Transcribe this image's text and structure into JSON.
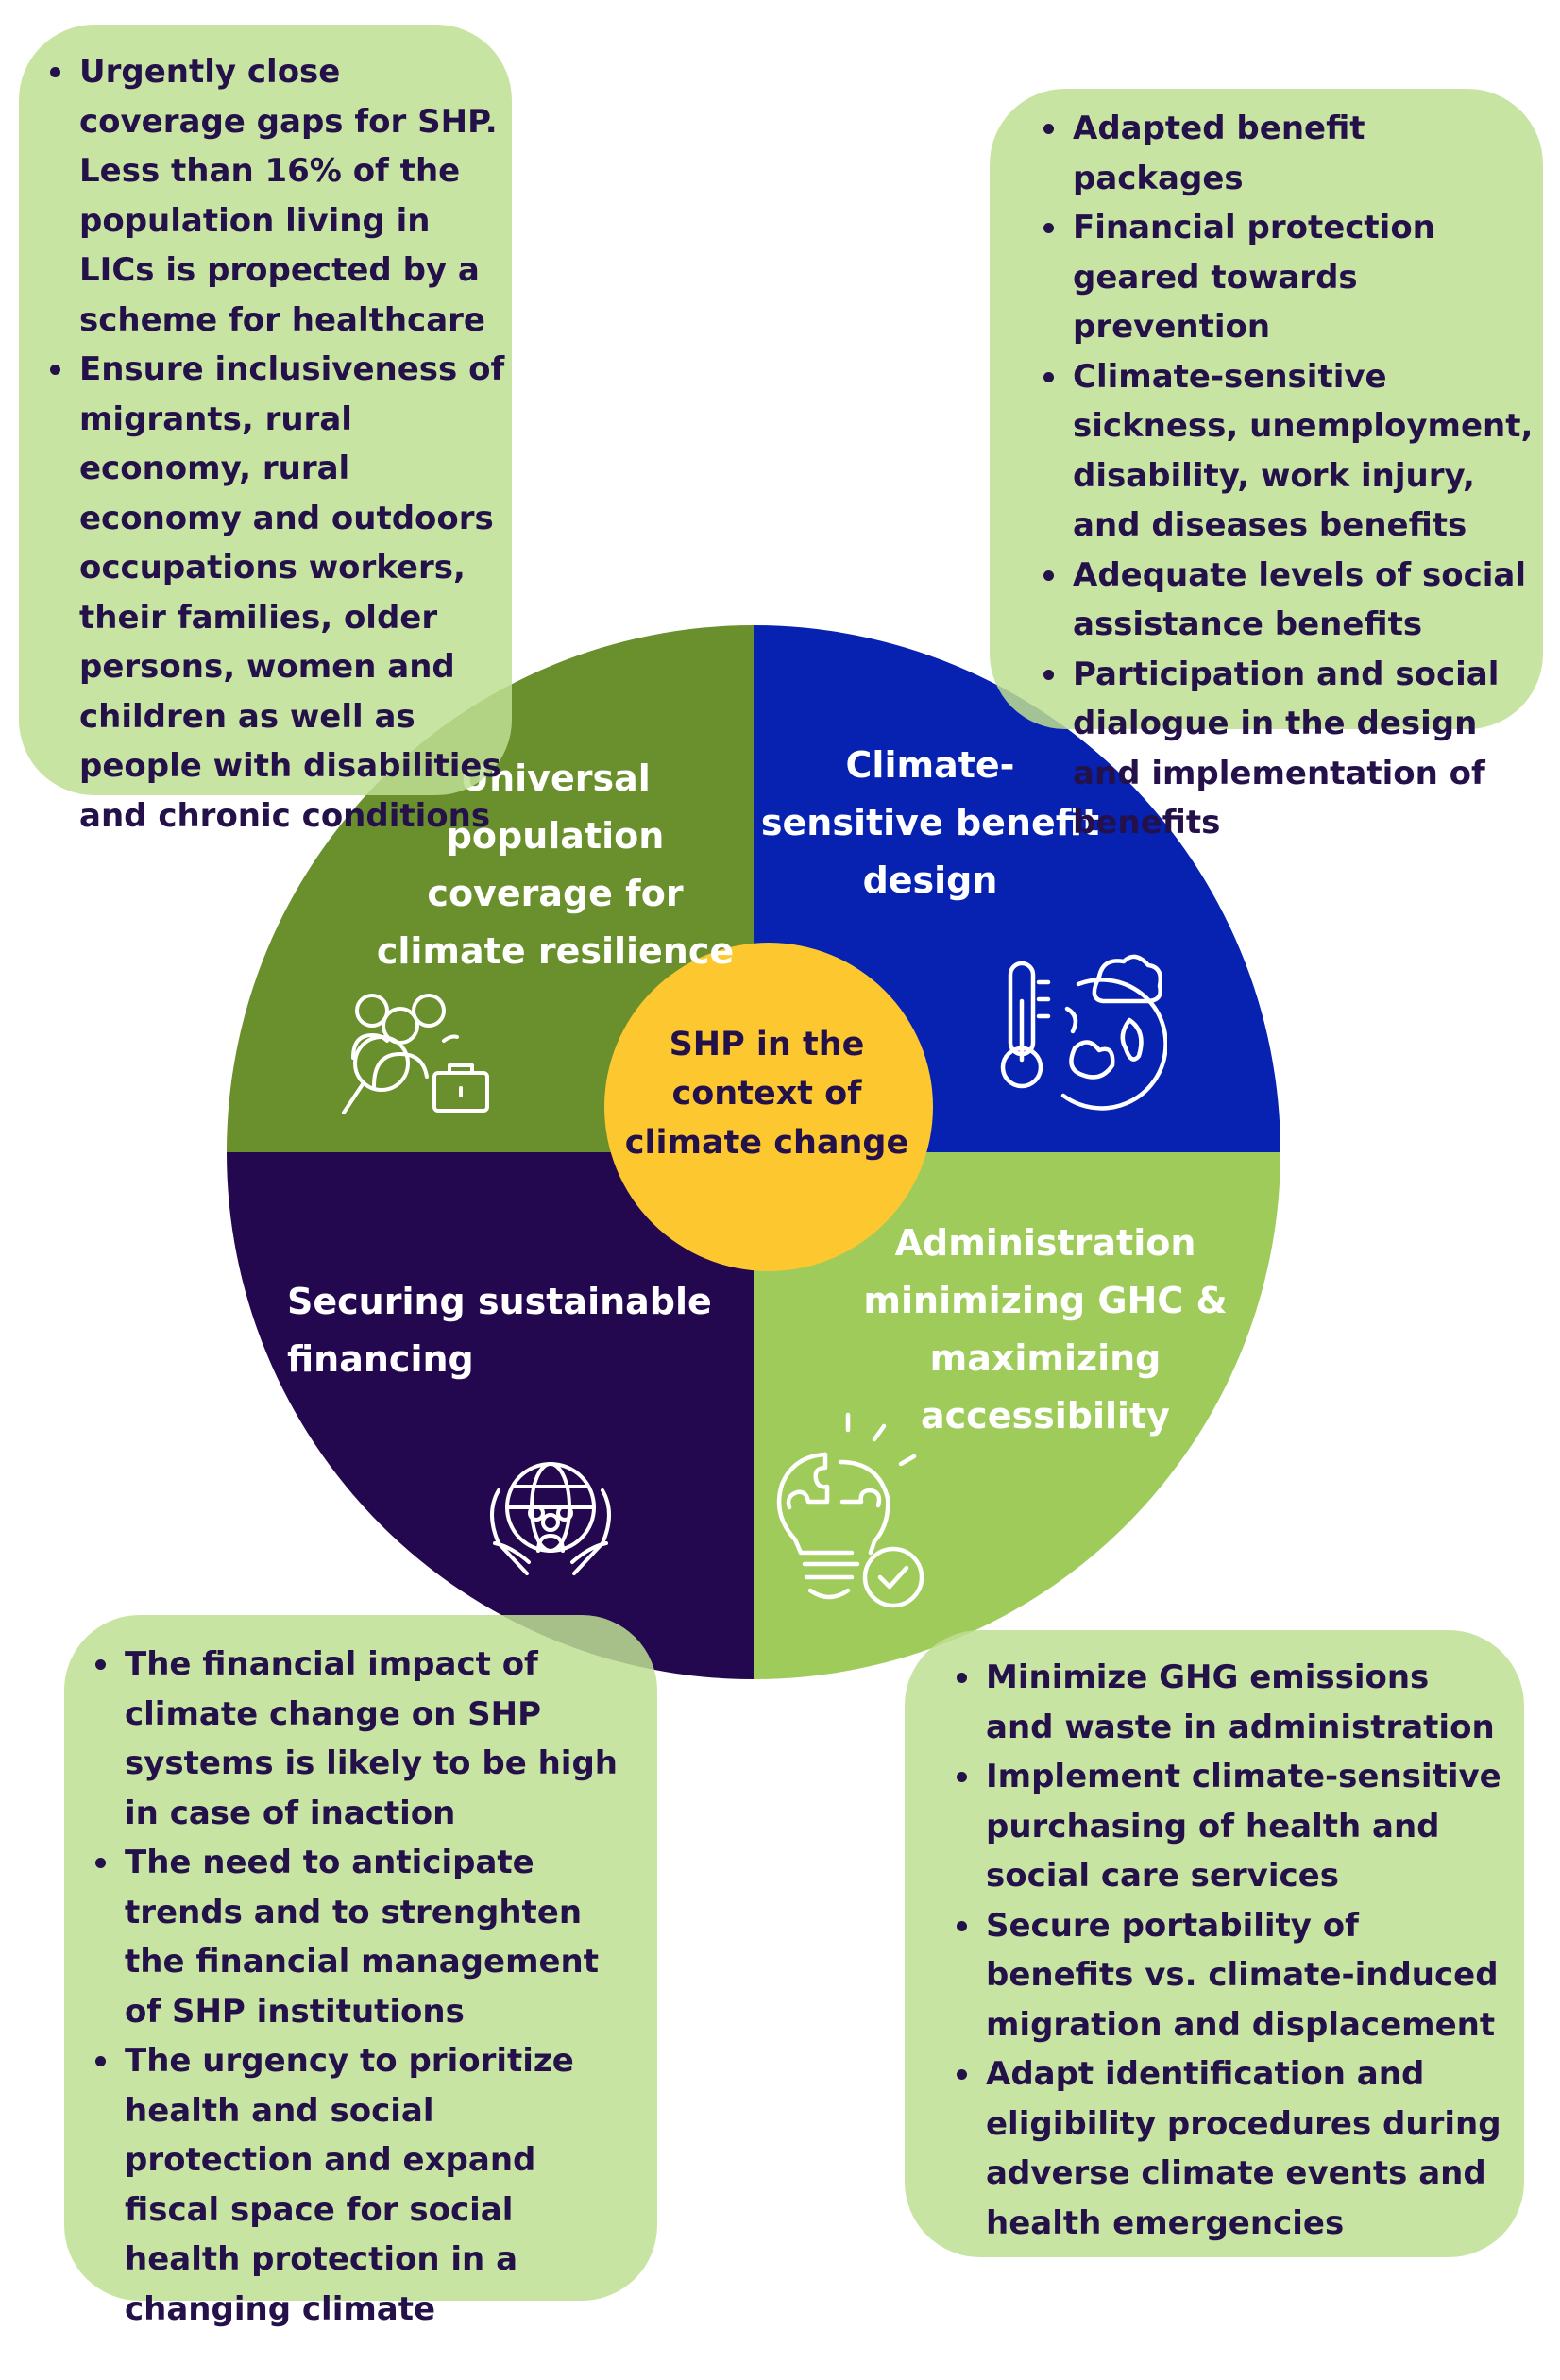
{
  "center": {
    "line1": "SHP in the",
    "line2": "context of",
    "line3": "climate change"
  },
  "quadrants": {
    "top_left": {
      "label": [
        "Universal",
        "population",
        "coverage for",
        "climate resilience"
      ],
      "color": "#6a8f2d",
      "icon": "people-search-icon"
    },
    "top_right": {
      "label": [
        "Climate-",
        "sensitive benefit",
        "design"
      ],
      "color": "#0721b0",
      "icon": "globe-thermometer-icon"
    },
    "bottom_left": {
      "label": [
        "Securing sustainable",
        "financing"
      ],
      "color": "#24084f",
      "icon": "hands-globe-people-icon"
    },
    "bottom_right": {
      "label": [
        "Administration",
        "minimizing GHC &",
        "maximizing",
        "accessibility"
      ],
      "color": "#9fcb5b",
      "icon": "lightbulb-puzzle-check-icon"
    }
  },
  "center_color": "#fdc82f",
  "cards": {
    "top_left": [
      "Urgently close coverage gaps for SHP. Less than 16% of the population living in LICs is propected by a scheme for healthcare",
      "Ensure inclusiveness of migrants, rural economy, rural economy and outdoors occupations workers, their families, older persons, women and children as well as people with disabilities and chronic conditions"
    ],
    "top_right": [
      "Adapted benefit packages",
      "Financial protection geared towards prevention",
      "Climate-sensitive sickness, unemployment, disability, work injury, and diseases benefits",
      "Adequate levels of social assistance benefits",
      "Participation and social dialogue in the design and implementation of benefits"
    ],
    "bottom_left": [
      "The financial impact of climate change on SHP systems is likely to be high in case of inaction",
      "The need to anticipate trends and to strenghten the financial management of SHP institutions",
      "The urgency to prioritize health and social protection and expand fiscal space for social health protection in a changing climate"
    ],
    "bottom_right": [
      "Minimize GHG emissions and waste in administration",
      "Implement climate-sensitive purchasing of health and social care services",
      "Secure portability of benefits vs. climate-induced migration and displacement",
      "Adapt identification and eligibility procedures during adverse climate events and health emergencies"
    ]
  }
}
